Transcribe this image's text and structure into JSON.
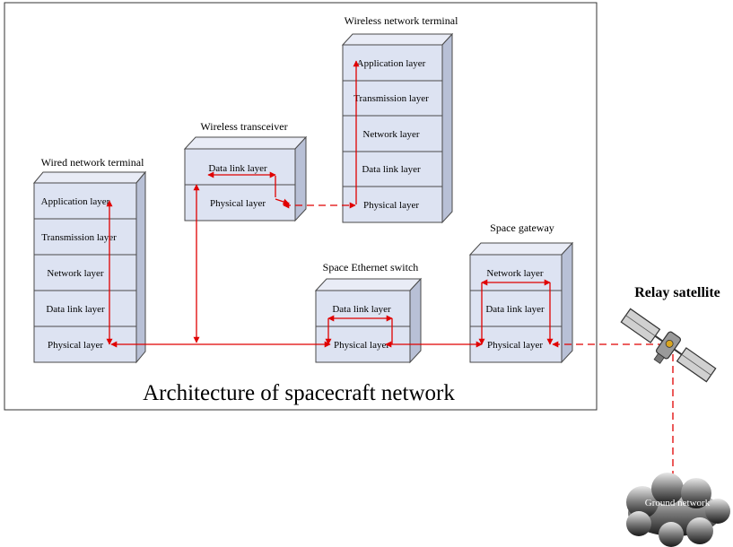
{
  "diagram": {
    "architecture_title": "Architecture of spacecraft network",
    "stacks": {
      "wired": {
        "title": "Wired network terminal",
        "layers": [
          "Application layer",
          "Transmission layer",
          "Network layer",
          "Data link layer",
          "Physical layer"
        ]
      },
      "transceiver": {
        "title": "Wireless transceiver",
        "layers": [
          "Data link layer",
          "Physical layer"
        ]
      },
      "wireless_terminal": {
        "title": "Wireless network terminal",
        "layers": [
          "Application layer",
          "Transmission layer",
          "Network layer",
          "Data link layer",
          "Physical layer"
        ]
      },
      "switch": {
        "title": "Space Ethernet switch",
        "layers": [
          "Data link layer",
          "Physical layer"
        ]
      },
      "gateway": {
        "title": "Space gateway",
        "layers": [
          "Network layer",
          "Data link layer",
          "Physical layer"
        ]
      }
    },
    "relay_satellite": "Relay satellite",
    "ground_network": "Ground network",
    "colors": {
      "box_fill": "#dde3f2",
      "box_side": "#b8c0d6",
      "box_stroke": "#4a4a4a",
      "link": "#e00000"
    }
  }
}
